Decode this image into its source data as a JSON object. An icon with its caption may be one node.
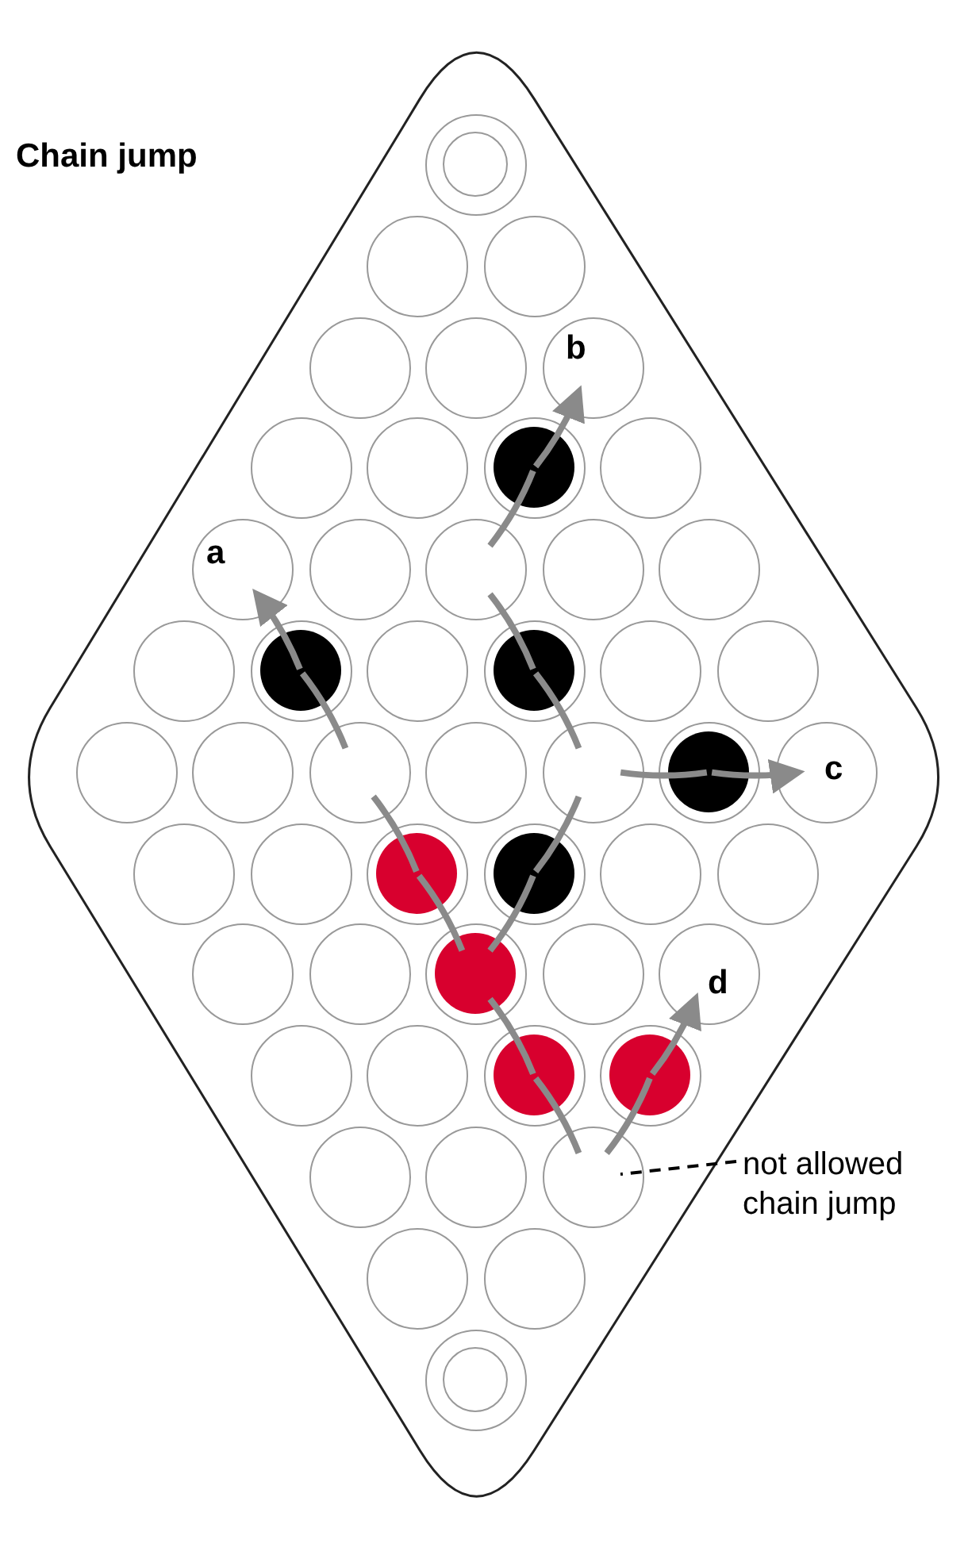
{
  "diagram": {
    "title": "Chain jump",
    "nodes": [
      {
        "text": [],
        "shape": "diamond"
      },
      {
        "text": [],
        "shape": "circle",
        "in": 0
      },
      {
        "text": [],
        "shape": "circle",
        "in": 0
      },
      {
        "text": [],
        "shape": "circle",
        "in": 0
      },
      {
        "text": [],
        "shape": "circle",
        "in": 0
      },
      {
        "text": [],
        "shape": "circle",
        "in": 0
      },
      {
        "text": [
          "b"
        ],
        "in": 0
      },
      {
        "text": [],
        "shape": "circle",
        "in": 0
      },
      {
        "text": [],
        "shape": "circle",
        "in": 0
      },
      {
        "text": [],
        "shape": "circle",
        "in": 0
      },
      {
        "text": [],
        "shape": "circle",
        "in": 0
      },
      {
        "text": [
          "a"
        ],
        "in": 0
      },
      {
        "text": [],
        "shape": "circle",
        "in": 0
      },
      {
        "text": [],
        "shape": "circle",
        "in": 0
      },
      {
        "text": [],
        "shape": "circle",
        "in": 0
      },
      {
        "text": [],
        "shape": "circle",
        "in": 0
      },
      {
        "text": [],
        "shape": "circle",
        "in": 0
      },
      {
        "text": [],
        "shape": "circle",
        "in": 0
      },
      {
        "text": [],
        "shape": "circle",
        "in": 0
      },
      {
        "text": [],
        "shape": "circle",
        "in": 0
      },
      {
        "text": [],
        "shape": "circle",
        "in": 0
      },
      {
        "text": [],
        "shape": "circle",
        "in": 0
      },
      {
        "text": [],
        "shape": "circle",
        "in": 0
      },
      {
        "text": [],
        "shape": "circle",
        "in": 0
      },
      {
        "text": [],
        "shape": "circle",
        "in": 0
      },
      {
        "text": [],
        "shape": "circle",
        "in": 0
      },
      {
        "text": [],
        "shape": "circle",
        "in": 0
      },
      {
        "text": [],
        "shape": "circle",
        "in": 0
      },
      {
        "text": [
          "c"
        ],
        "in": 0
      },
      {
        "text": [],
        "shape": "circle",
        "in": 0
      },
      {
        "text": [],
        "shape": "circle",
        "in": 0
      },
      {
        "text": [],
        "shape": "circle",
        "in": 0
      },
      {
        "text": [],
        "shape": "circle",
        "in": 0
      },
      {
        "text": [],
        "shape": "circle",
        "in": 0
      },
      {
        "text": [],
        "shape": "circle",
        "in": 0
      },
      {
        "text": [],
        "shape": "circle",
        "in": 0
      },
      {
        "text": [],
        "shape": "circle",
        "in": 0
      },
      {
        "text": [],
        "shape": "circle",
        "in": 0
      },
      {
        "text": [],
        "shape": "circle",
        "in": 0
      },
      {
        "text": [
          "d"
        ],
        "in": 0
      },
      {
        "text": [],
        "shape": "circle",
        "in": 0
      },
      {
        "text": [],
        "shape": "circle",
        "in": 0
      },
      {
        "text": [],
        "shape": "circle",
        "in": 0
      },
      {
        "text": [],
        "shape": "circle",
        "in": 0
      },
      {
        "text": [],
        "shape": "circle",
        "in": 0
      },
      {
        "text": [],
        "shape": "circle",
        "in": 0
      },
      {
        "text": [],
        "shape": "circle",
        "in": 0
      },
      {
        "text": [],
        "shape": "circle",
        "in": 0
      },
      {
        "text": [],
        "shape": "circle",
        "in": 0
      },
      {
        "text": [],
        "shape": "circle",
        "in": 0
      },
      {
        "text": [
          "not allowed chain jump"
        ]
      }
    ],
    "edges": [
      {
        "from": 46,
        "to": 42,
        "arrow": "none"
      },
      {
        "from": 42,
        "to": 37,
        "arrow": "none"
      },
      {
        "from": 37,
        "to": 31,
        "arrow": "none"
      },
      {
        "from": 31,
        "to": 24,
        "arrow": "none"
      },
      {
        "from": 24,
        "to": 17,
        "arrow": "none"
      },
      {
        "from": 17,
        "to": 11,
        "arrow": "to"
      },
      {
        "from": 37,
        "to": 32,
        "arrow": "none"
      },
      {
        "from": 32,
        "to": 26,
        "arrow": "none"
      },
      {
        "from": 26,
        "to": 19,
        "arrow": "none"
      },
      {
        "from": 19,
        "to": 13,
        "arrow": "none"
      },
      {
        "from": 13,
        "to": 9,
        "arrow": "none"
      },
      {
        "from": 9,
        "to": 6,
        "arrow": "to"
      },
      {
        "from": 26,
        "to": 27,
        "arrow": "none"
      },
      {
        "from": 27,
        "to": 28,
        "arrow": "to"
      },
      {
        "from": 46,
        "to": 43,
        "arrow": "none"
      },
      {
        "from": 43,
        "to": 39,
        "arrow": "to"
      },
      {
        "from": 50,
        "to": 46,
        "arrow": "none",
        "style": "dashed",
        "color": "#000000"
      }
    ]
  }
}
